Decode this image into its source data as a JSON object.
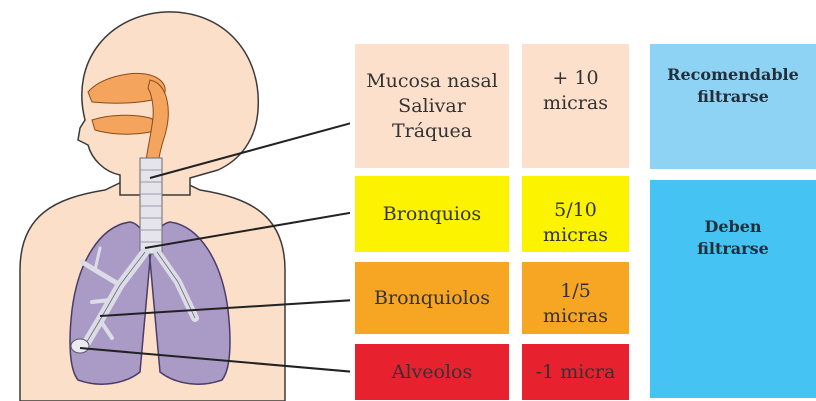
{
  "regions": [
    {
      "lines": [
        "Mucosa nasal",
        "Salivar",
        "Tráquea"
      ],
      "size": [
        "+ 10",
        "micras"
      ],
      "color": "#fde0cc"
    },
    {
      "lines": [
        "Bronquios"
      ],
      "size": [
        "5/10",
        "micras"
      ],
      "color": "#fbf300"
    },
    {
      "lines": [
        "Bronquiolos"
      ],
      "size": [
        "1/5",
        "micras"
      ],
      "color": "#f7a624"
    },
    {
      "lines": [
        "Alveolos"
      ],
      "size": [
        "-1 micra"
      ],
      "color": "#e8212f"
    }
  ],
  "categories": [
    {
      "lines": [
        "Recomendable",
        "filtrarse"
      ],
      "color": "#8fd3f4"
    },
    {
      "lines": [
        "Deben",
        "filtrarse"
      ],
      "color": "#45c3f2"
    }
  ]
}
